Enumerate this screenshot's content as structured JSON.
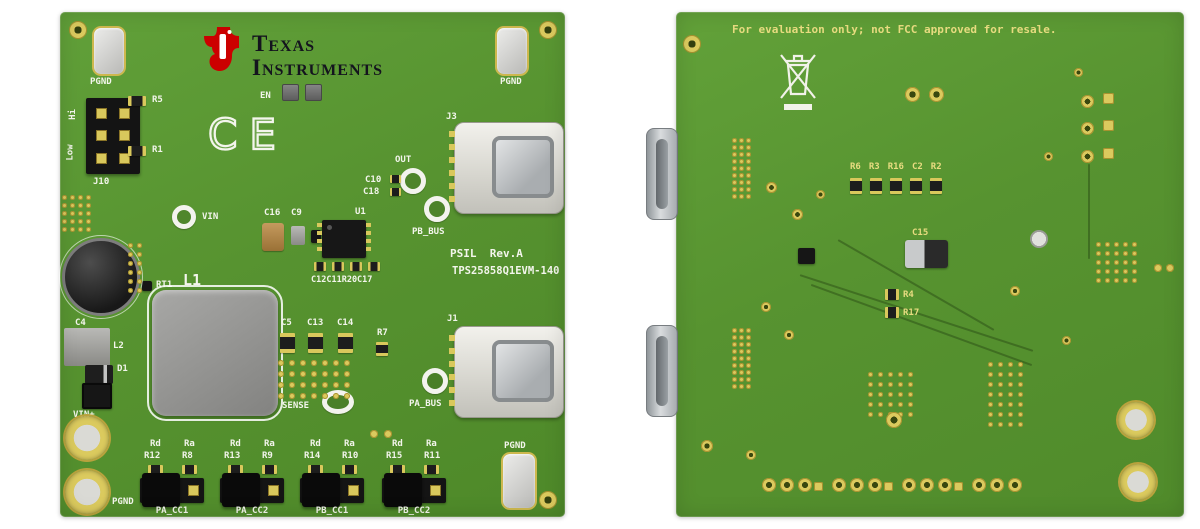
{
  "colors": {
    "board_green": "#579330",
    "pad_gold": "#dbca5e",
    "silk_white": "#f3f5ec",
    "silk_yellow": "#e8dc80",
    "ti_red": "#cc0000",
    "component_black": "#171717",
    "metal_silver": "#d8d7d0"
  },
  "front": {
    "logo": {
      "line1": "Texas",
      "line2": "Instruments"
    },
    "ce_mark": "CE",
    "refs": {
      "pgnd_tl": "PGND",
      "pgnd_tr": "PGND",
      "pgnd_br": "PGND",
      "pgnd_bl": "PGND",
      "hi": "Hi",
      "low": "Low",
      "j10": "J10",
      "r5": "R5",
      "r1": "R1",
      "en": "EN",
      "vin": "VIN",
      "out": "OUT",
      "c10": "C10",
      "c18": "C18",
      "j3": "J3",
      "pb_bus": "PB_BUS",
      "c16": "C16",
      "c9": "C9",
      "u1": "U1",
      "rev": "PSIL  Rev.A",
      "part": "TPS25858Q1EVM-140",
      "c12c11r20c17": "C12C11R20C17",
      "rt1": "RT1",
      "l1": "L1",
      "c4": "C4",
      "l2": "L2",
      "d1": "D1",
      "vin_plus": "VIN+",
      "c5": "C5",
      "c13": "C13",
      "c14": "C14",
      "r7": "R7",
      "sense": "SENSE",
      "j1": "J1",
      "pa_bus": "PA_BUS"
    },
    "jumpers": [
      {
        "rd": "Rd",
        "ra": "Ra",
        "rd_ref": "R12",
        "ra_ref": "R8",
        "name": "PA_CC1"
      },
      {
        "rd": "Rd",
        "ra": "Ra",
        "rd_ref": "R13",
        "ra_ref": "R9",
        "name": "PA_CC2"
      },
      {
        "rd": "Rd",
        "ra": "Ra",
        "rd_ref": "R14",
        "ra_ref": "R10",
        "name": "PB_CC1"
      },
      {
        "rd": "Rd",
        "ra": "Ra",
        "rd_ref": "R15",
        "ra_ref": "R11",
        "name": "PB_CC2"
      }
    ]
  },
  "back": {
    "disclaimer": "For evaluation only; not FCC approved for resale.",
    "refs": {
      "r6": "R6",
      "r3": "R3",
      "r16": "R16",
      "c2": "C2",
      "r2": "R2",
      "c15": "C15",
      "r4": "R4",
      "r17": "R17"
    }
  }
}
